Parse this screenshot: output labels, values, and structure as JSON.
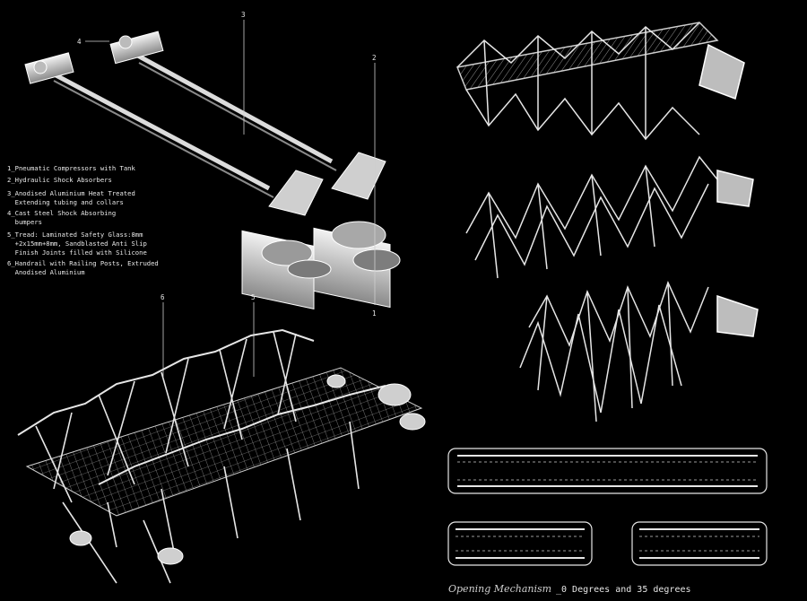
{
  "callouts": {
    "c1": "1",
    "c2": "2",
    "c3": "3",
    "c4": "4",
    "c5_bottom": "5",
    "c6_bottom": "6"
  },
  "legend": [
    "1_Pneumatic Compressors with Tank",
    "2_Hydraulic Shock Absorbers",
    "3_Anodised Aluminium Heat Treated",
    "  Extending tubing and collars",
    "4_Cast Steel Shock Absorbing",
    "  bumpers",
    "5_Tread: Laminated Safety Glass:8mm",
    "  +2x15mm+8mm, Sandblasted Anti Slip",
    "  Finish Joints filled with Silicone",
    "6_Handrail with Railing Posts, Extruded",
    "  Anodised Aluminium"
  ],
  "caption": {
    "script": "Opening Mechanism",
    "mono": "_0 Degrees and 35 degrees"
  }
}
